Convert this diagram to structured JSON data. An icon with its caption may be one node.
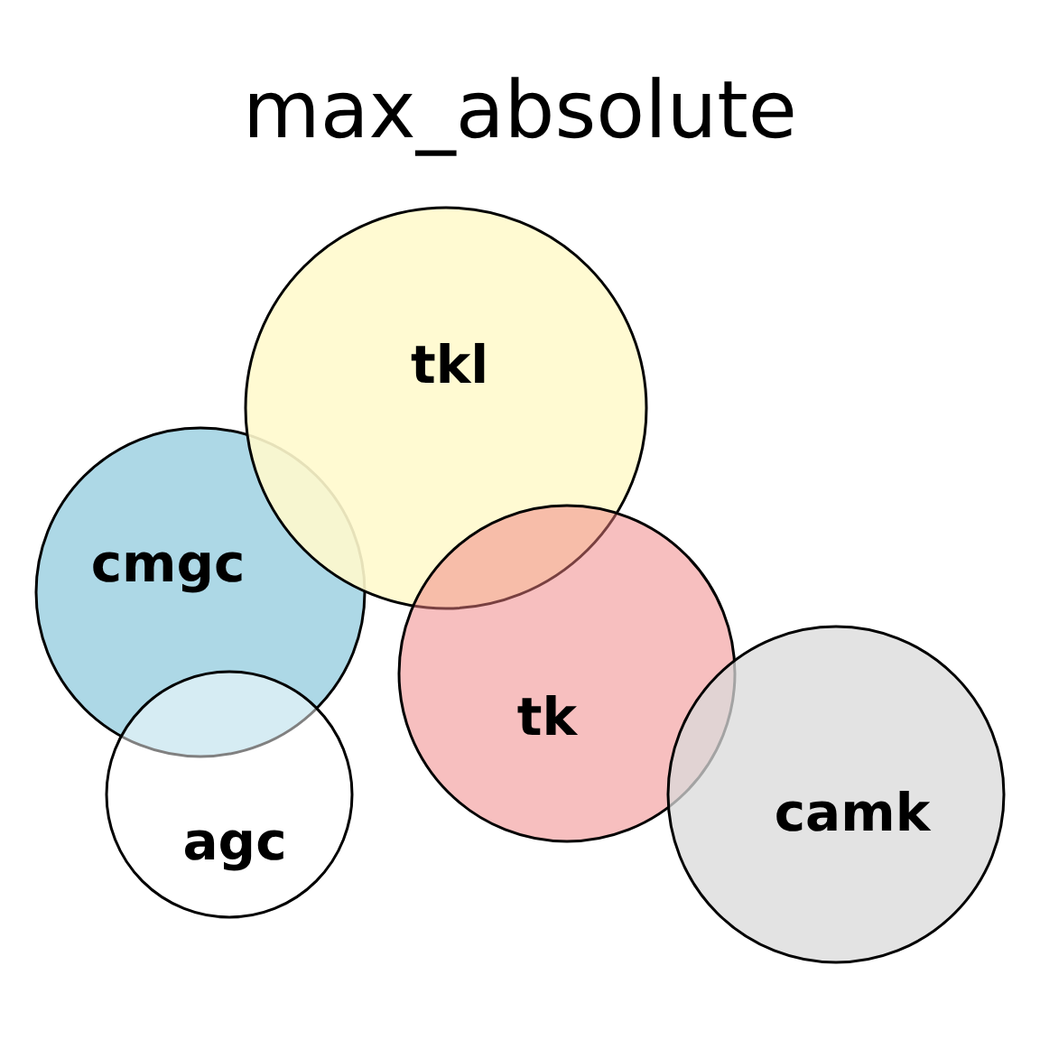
{
  "diagram": {
    "title": "max_absolute",
    "nodes": [
      {
        "text": [
          "tkl"
        ]
      },
      {
        "text": [
          "cmgc"
        ]
      },
      {
        "text": [
          "agc"
        ]
      },
      {
        "text": [
          "tk"
        ]
      },
      {
        "text": [
          "camk"
        ]
      }
    ]
  }
}
